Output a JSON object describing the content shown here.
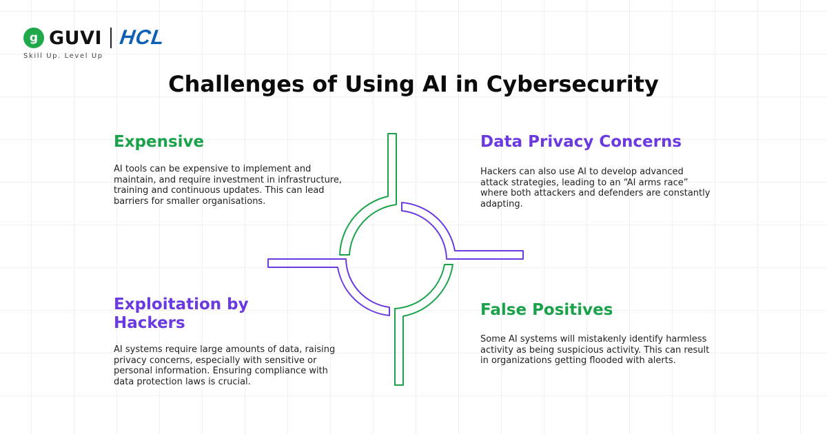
{
  "brand": {
    "guvi_mark": "g",
    "guvi_name": "GUVI",
    "hcl": "HCL",
    "tagline": "Skill Up. Level Up"
  },
  "title": "Challenges of Using AI in Cybersecurity",
  "quadrants": [
    {
      "heading": "Expensive",
      "body": "AI tools can be expensive to implement and maintain, and require investment in infrastructure, training and continuous updates. This can lead barriers for smaller organisations.",
      "color": "#1aa24a"
    },
    {
      "heading": "Data Privacy Concerns",
      "body": "Hackers can also use AI to develop advanced attack strategies, leading to an “AI arms race” where both attackers and defenders are constantly adapting.",
      "color": "#6a3ae0"
    },
    {
      "heading": "Exploitation by Hackers",
      "body": "AI systems require large amounts of data, raising privacy concerns, especially with sensitive or personal information. Ensuring compliance with data protection laws is crucial.",
      "color": "#6a3ae0"
    },
    {
      "heading": "False Positives",
      "body": "Some AI systems will mistakenly identify harmless activity as being suspicious activity. This can result in organizations getting flooded with alerts.",
      "color": "#1aa24a"
    }
  ],
  "colors": {
    "green": "#1aa24a",
    "purple": "#6a3ae0",
    "hcl_blue": "#0f5fb5",
    "title": "#0b0b0b"
  }
}
